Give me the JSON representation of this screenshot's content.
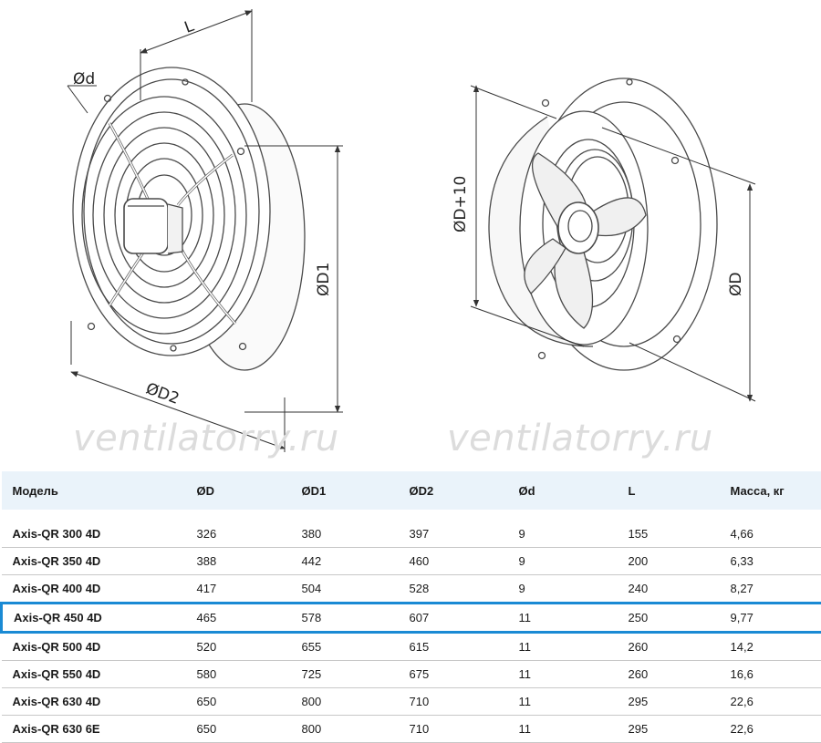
{
  "watermark": "ventilatorry.ru",
  "dimension_labels": {
    "d": "Ød",
    "L": "L",
    "D1": "ØD1",
    "D2": "ØD2",
    "D_plus_10": "ØD+10",
    "D": "ØD"
  },
  "table": {
    "headers": [
      "Модель",
      "ØD",
      "ØD1",
      "ØD2",
      "Ød",
      "L",
      "Масса, кг"
    ],
    "rows": [
      [
        "Axis-QR 300 4D",
        "326",
        "380",
        "397",
        "9",
        "155",
        "4,66"
      ],
      [
        "Axis-QR 350 4D",
        "388",
        "442",
        "460",
        "9",
        "200",
        "6,33"
      ],
      [
        "Axis-QR 400 4D",
        "417",
        "504",
        "528",
        "9",
        "240",
        "8,27"
      ],
      [
        "Axis-QR 450 4D",
        "465",
        "578",
        "607",
        "11",
        "250",
        "9,77"
      ],
      [
        "Axis-QR 500 4D",
        "520",
        "655",
        "615",
        "11",
        "260",
        "14,2"
      ],
      [
        "Axis-QR 550 4D",
        "580",
        "725",
        "675",
        "11",
        "260",
        "16,6"
      ],
      [
        "Axis-QR 630 4D",
        "650",
        "800",
        "710",
        "11",
        "295",
        "22,6"
      ],
      [
        "Axis-QR 630 6E",
        "650",
        "800",
        "710",
        "11",
        "295",
        "22,6"
      ]
    ],
    "highlighted_row": 3,
    "highlight_color": "#1a8ad4",
    "header_background": "#eaf3fa"
  }
}
